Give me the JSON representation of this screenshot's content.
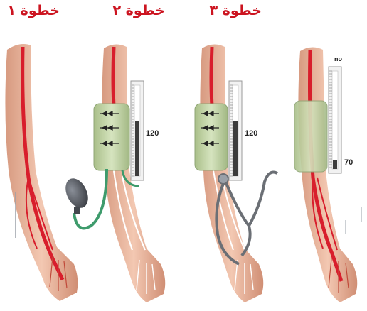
{
  "steps": [
    {
      "title": "خطوة ١"
    },
    {
      "title": "خطوة ٢"
    },
    {
      "title": "خطوة ٣"
    },
    {
      "title": ""
    }
  ],
  "gauges": {
    "step2_reading": "120",
    "step3_reading": "120",
    "step4_reading": "70",
    "step4_top_mark": "no"
  },
  "colors": {
    "title": "#cc1420",
    "artery": "#d81e2c",
    "skin": "#eab39a",
    "cuff": "#c4d6a8",
    "bulb": "#5a5e66",
    "tube_green": "#3e9b6c",
    "stethoscope": "#6b6f75"
  }
}
